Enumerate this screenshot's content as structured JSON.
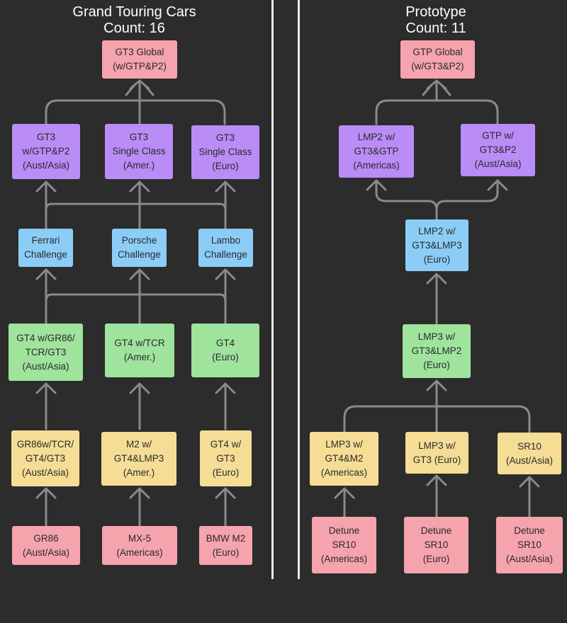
{
  "colors": {
    "background": "#2c2c2c",
    "pink": "#f5a3ad",
    "purple": "#b98cf6",
    "blue": "#8ccdf7",
    "green": "#9fe39d",
    "yellow": "#f5dd95",
    "connector": "#8a8a8a",
    "divider": "#e8e8e8"
  },
  "gt": {
    "title": "Grand Touring Cars\nCount: 16",
    "top": "GT3 Global\n(w/GTP&P2)",
    "gt3": [
      "GT3\nw/GTP&P2\n(Aust/Asia)",
      "GT3\nSingle Class\n(Amer.)",
      "GT3\nSingle Class\n(Euro)"
    ],
    "challenge": [
      "Ferrari\nChallenge",
      "Porsche\nChallenge",
      "Lambo\nChallenge"
    ],
    "gt4": [
      "GT4 w/GR86/\nTCR/GT3\n(Aust/Asia)",
      "GT4 w/TCR\n(Amer.)",
      "GT4\n(Euro)"
    ],
    "mid": [
      "GR86w/TCR/\nGT4/GT3\n(Aust/Asia)",
      "M2 w/\nGT4&LMP3\n(Amer.)",
      "GT4 w/\nGT3\n(Euro)"
    ],
    "entry": [
      "GR86\n(Aust/Asia)",
      "MX-5\n(Americas)",
      "BMW M2\n(Euro)"
    ]
  },
  "proto": {
    "title": "Prototype\nCount: 11",
    "top": "GTP Global\n(w/GT3&P2)",
    "lmp2_amer": "LMP2 w/\nGT3&GTP\n(Americas)",
    "gtp_aust": "GTP w/\nGT3&P2\n(Aust/Asia)",
    "lmp2_euro": "LMP2 w/\nGT3&LMP3\n(Euro)",
    "lmp3_euro": "LMP3 w/\nGT3&LMP2\n(Euro)",
    "mid": [
      "LMP3 w/\nGT4&M2\n(Americas)",
      "LMP3 w/\nGT3 (Euro)",
      "SR10\n(Aust/Asia)"
    ],
    "entry": [
      "Detune\nSR10\n(Americas)",
      "Detune\nSR10\n(Euro)",
      "Detune\nSR10\n(Aust/Asia)"
    ]
  }
}
